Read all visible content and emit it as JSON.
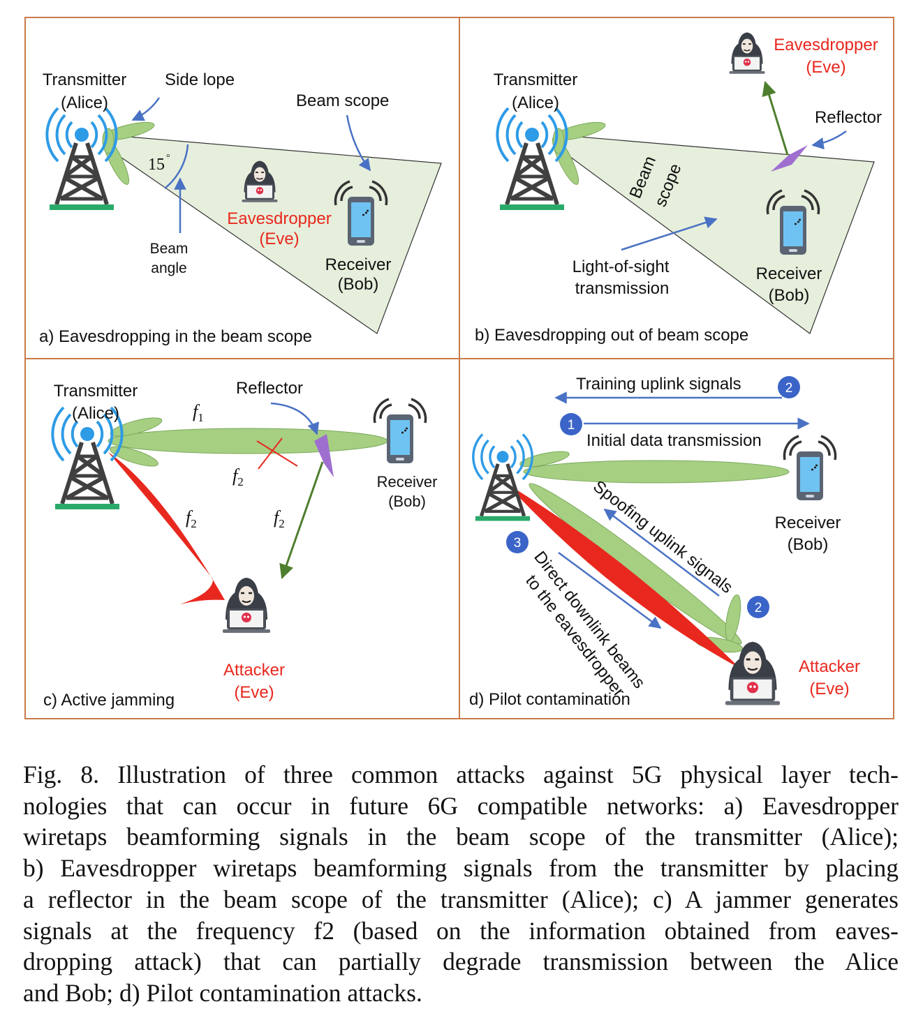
{
  "colors": {
    "panel_border": "#c97b4a",
    "beam_fill": "#e6efdc",
    "lobe_fill": "#a6cf82",
    "lobe_stroke": "#7aa85a",
    "arrow_blue": "#4a72c4",
    "red": "#e8281e",
    "reflector": "#9f6fd0",
    "green_arrow": "#4f7f2e",
    "badge": "#3b64c8",
    "tower": "#404040",
    "tower_base": "#2aaa6a",
    "wave": "#2e9be6"
  },
  "icons": {
    "tower": "cell-tower-icon",
    "phone": "smartphone-icon",
    "hacker": "hacker-laptop-icon",
    "reflector": "reflector-icon"
  },
  "panel_a": {
    "transmitter": "Transmitter",
    "alice": "(Alice)",
    "side_lope": "Side lope",
    "beam_scope": "Beam scope",
    "angle": "15",
    "angle_unit": "°",
    "beam": "Beam",
    "angle_label": "angle",
    "eve_1": "Eavesdropper",
    "eve_2": "(Eve)",
    "receiver": "Receiver",
    "bob": "(Bob)",
    "caption": "a) Eavesdropping in the beam scope"
  },
  "panel_b": {
    "transmitter": "Transmitter",
    "alice": "(Alice)",
    "eve_1": "Eavesdropper",
    "eve_2": "(Eve)",
    "reflector": "Reflector",
    "beam": "Beam",
    "scope": "scope",
    "los_1": "Light-of-sight",
    "los_2": "transmission",
    "receiver": "Receiver",
    "bob": "(Bob)",
    "caption": "b) Eavesdropping out of beam scope"
  },
  "panel_c": {
    "transmitter": "Transmitter",
    "alice": "(Alice)",
    "reflector": "Reflector",
    "f": "f",
    "sub1": "1",
    "sub2": "2",
    "receiver": "Receiver",
    "bob": "(Bob)",
    "attacker": "Attacker",
    "eve": "(Eve)",
    "caption": "c) Active jamming"
  },
  "panel_d": {
    "training": "Training uplink signals",
    "initial": "Initial data transmission",
    "spoofing": "Spoofing uplink signals",
    "direct_1": "Direct downlink beams",
    "direct_2": "to the eavesdropper",
    "receiver": "Receiver",
    "bob": "(Bob)",
    "attacker": "Attacker",
    "eve": "(Eve)",
    "badge_1": "1",
    "badge_2": "2",
    "badge_3": "3",
    "caption": "d) Pilot contamination"
  },
  "caption": {
    "lines": [
      "Fig. 8.   Illustration of three common attacks against 5G physical layer tech-",
      "nologies that can occur in future 6G compatible networks: a) Eavesdropper",
      "wiretaps beamforming signals in the beam scope of the transmitter (Alice);",
      "b) Eavesdropper wiretaps beamforming signals from the transmitter by placing",
      "a reflector in the beam scope of the transmitter (Alice); c) A jammer generates",
      "signals at the frequency f2 (based on the information obtained from eaves-",
      "dropping attack) that can partially degrade transmission between the Alice",
      "and Bob; d) Pilot contamination attacks."
    ]
  }
}
